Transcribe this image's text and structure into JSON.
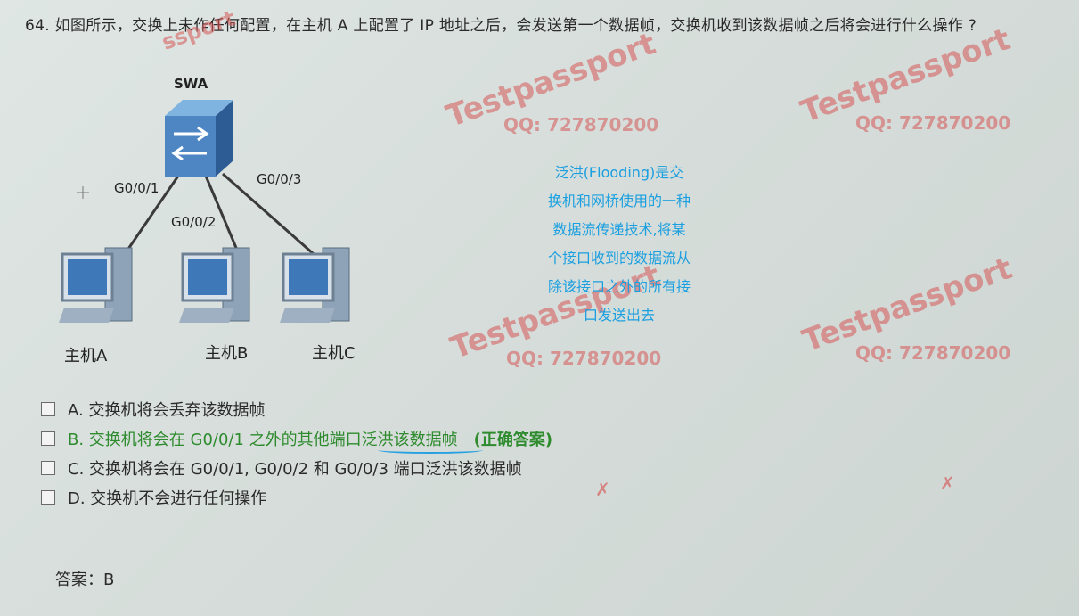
{
  "question": {
    "number": "64.",
    "text": "如图所示，交换上未作任何配置，在主机  A 上配置了  IP 地址之后，会发送第一个数据帧，交换机收到该数据帧之后将会进行什么操作 ?"
  },
  "diagram": {
    "switch_label": "SWA",
    "ports": [
      "G0/0/1",
      "G0/0/2",
      "G0/0/3"
    ],
    "hosts": [
      "主机A",
      "主机B",
      "主机C"
    ]
  },
  "note": {
    "lines": [
      "泛洪(Flooding)是交",
      "换机和网桥使用的一种",
      "数据流传递技术,将某",
      "个接口收到的数据流从",
      "除该接口之外的所有接",
      "口发送出去"
    ]
  },
  "watermarks": {
    "brand": "Testpassport",
    "qq": "QQ: 727870200"
  },
  "options": [
    {
      "label": "A. 交换机将会丢弃该数据帧"
    },
    {
      "label": "B. 交换机将会在  G0/0/1 之外的其他端口泛洪该数据帧",
      "tag": "(正确答案)"
    },
    {
      "label": "C. 交换机将会在  G0/0/1, G0/0/2 和   G0/0/3 端口泛洪该数据帧"
    },
    {
      "label": "D. 交换机不会进行任何操作"
    }
  ],
  "answer": "答案：B",
  "colors": {
    "note": "#1a9fe0",
    "correct": "#2e8b2e",
    "watermark": "#d65656"
  }
}
